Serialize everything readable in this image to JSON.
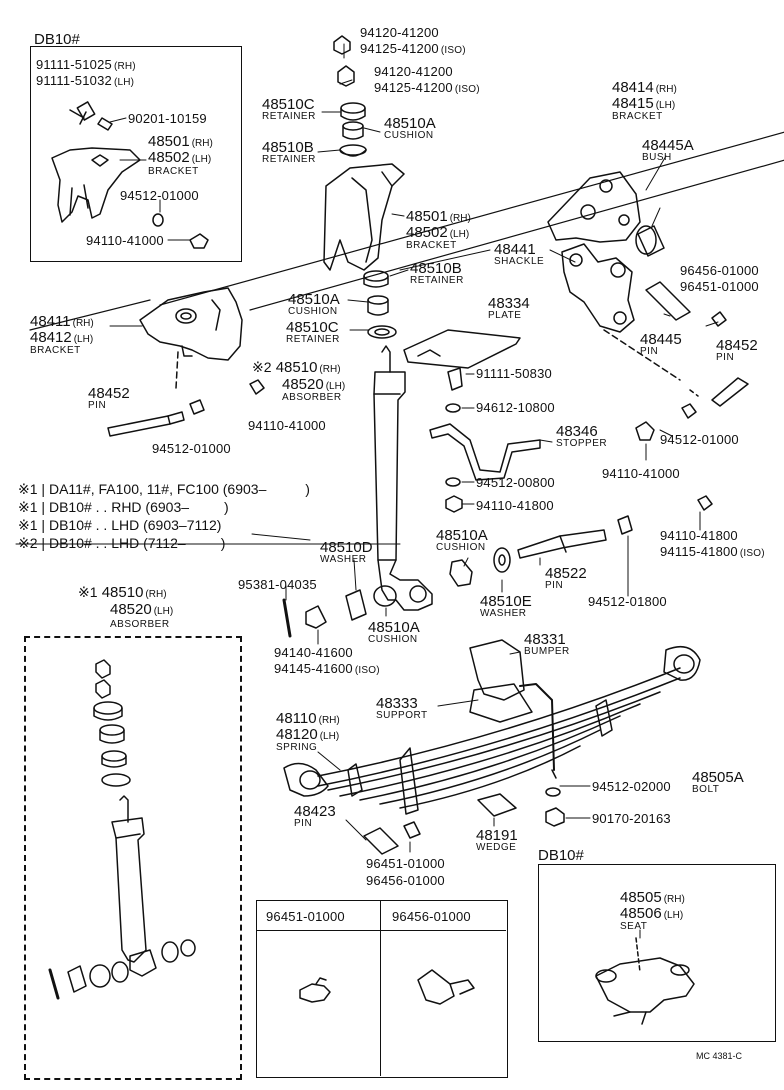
{
  "db10_top": {
    "title": "DB10#",
    "bolt_rh": "91111-51025",
    "bolt_rh_side": "(RH)",
    "bolt_lh": "91111-51032",
    "bolt_lh_side": "(LH)",
    "pin": "90201-10159",
    "bracket_rh": "48501",
    "bracket_rh_side": "(RH)",
    "bracket_lh": "48502",
    "bracket_lh_side": "(LH)",
    "bracket_name": "BRACKET",
    "washer": "94512-01000",
    "nut": "94110-41000"
  },
  "top_center": {
    "nut1": "94120-41200",
    "nut1_iso": "94125-41200",
    "iso": "(ISO)",
    "nut2": "94120-41200",
    "nut2_iso": "94125-41200",
    "retainer_c": "48510C",
    "retainer_c_name": "RETAINER",
    "cushion_a": "48510A",
    "cushion_a_name": "CUSHION",
    "retainer_b": "48510B",
    "retainer_b_name": "RETAINER",
    "bracket_rh": "48501",
    "bracket_lh": "48502",
    "bracket_name": "BRACKET",
    "retainer_b2": "48510B",
    "retainer_b2_name": "RETAINER",
    "cushion_a2": "48510A",
    "cushion_a2_name": "CUSHION",
    "retainer_c2": "48510C",
    "retainer_c2_name": "RETAINER"
  },
  "sides": {
    "rh": "(RH)",
    "lh": "(LH)"
  },
  "right_top": {
    "bracket_rh": "48414",
    "bracket_lh": "48415",
    "bracket_name": "BRACKET",
    "bush": "48445A",
    "bush_name": "BUSH",
    "shackle": "48441",
    "shackle_name": "SHACKLE",
    "grease1": "96456-01000",
    "grease2": "96451-01000",
    "pin": "48445",
    "pin_name": "PIN",
    "pin2": "48452",
    "pin2_name": "PIN",
    "washer": "94512-01000",
    "nut": "94110-41000"
  },
  "left_mid": {
    "bracket_rh": "48411",
    "bracket_lh": "48412",
    "bracket_name": "BRACKET",
    "pin": "48452",
    "pin_name": "PIN",
    "washer": "94512-01000",
    "nut": "94110-41000"
  },
  "absorber": {
    "mark": "※2",
    "rh": "48510",
    "lh": "48520",
    "name": "ABSORBER"
  },
  "plate": {
    "pn": "48334",
    "name": "PLATE"
  },
  "stopper_group": {
    "bolt": "91111-50830",
    "washer": "94612-10800",
    "stopper": "48346",
    "stopper_name": "STOPPER",
    "washer2": "94512-00800",
    "nut": "94110-41800"
  },
  "notes": [
    {
      "mark": "※1",
      "text": "DA11#, FA100, 11#, FC100 (6903–",
      "close": ")"
    },
    {
      "mark": "※1",
      "text": "DB10# . . RHD (6903–",
      "close": ")"
    },
    {
      "mark": "※1",
      "text": "DB10# . . LHD (6903–7112)",
      "close": ""
    },
    {
      "mark": "※2",
      "text": "DB10# . . LHD (7112–",
      "close": ")"
    }
  ],
  "right_mid": {
    "nut": "94110-41800",
    "nut_iso": "94115-41800",
    "iso": "(ISO)",
    "cushion": "48510A",
    "cushion_name": "CUSHION",
    "pin": "48522",
    "pin_name": "PIN",
    "washer_e": "48510E",
    "washer_e_name": "WASHER",
    "washer2": "94512-01800"
  },
  "mid": {
    "washer_d": "48510D",
    "washer_d_name": "WASHER",
    "cotter": "95381-04035",
    "nut": "94140-41600",
    "nut_iso": "94145-41600",
    "iso": "(ISO)",
    "cushion": "48510A",
    "cushion_name": "CUSHION"
  },
  "absorber1": {
    "mark": "※1",
    "rh": "48510",
    "lh": "48520",
    "name": "ABSORBER"
  },
  "spring_group": {
    "bumper": "48331",
    "bumper_name": "BUMPER",
    "support": "48333",
    "support_name": "SUPPORT",
    "spring_rh": "48110",
    "spring_lh": "48120",
    "spring_name": "SPRING",
    "washer": "94512-02000",
    "bolt": "48505A",
    "bolt_name": "BOLT",
    "nut": "90170-20163",
    "pin": "48423",
    "pin_name": "PIN",
    "wedge": "48191",
    "wedge_name": "WEDGE",
    "grease1": "96451-01000",
    "grease2": "96456-01000"
  },
  "fittings_table": {
    "col1": "96451-01000",
    "col2": "96456-01000"
  },
  "db10_seat": {
    "title": "DB10#",
    "seat_rh": "48505",
    "seat_lh": "48506",
    "seat_name": "SEAT"
  },
  "catalog_code": "MC 4381-C"
}
